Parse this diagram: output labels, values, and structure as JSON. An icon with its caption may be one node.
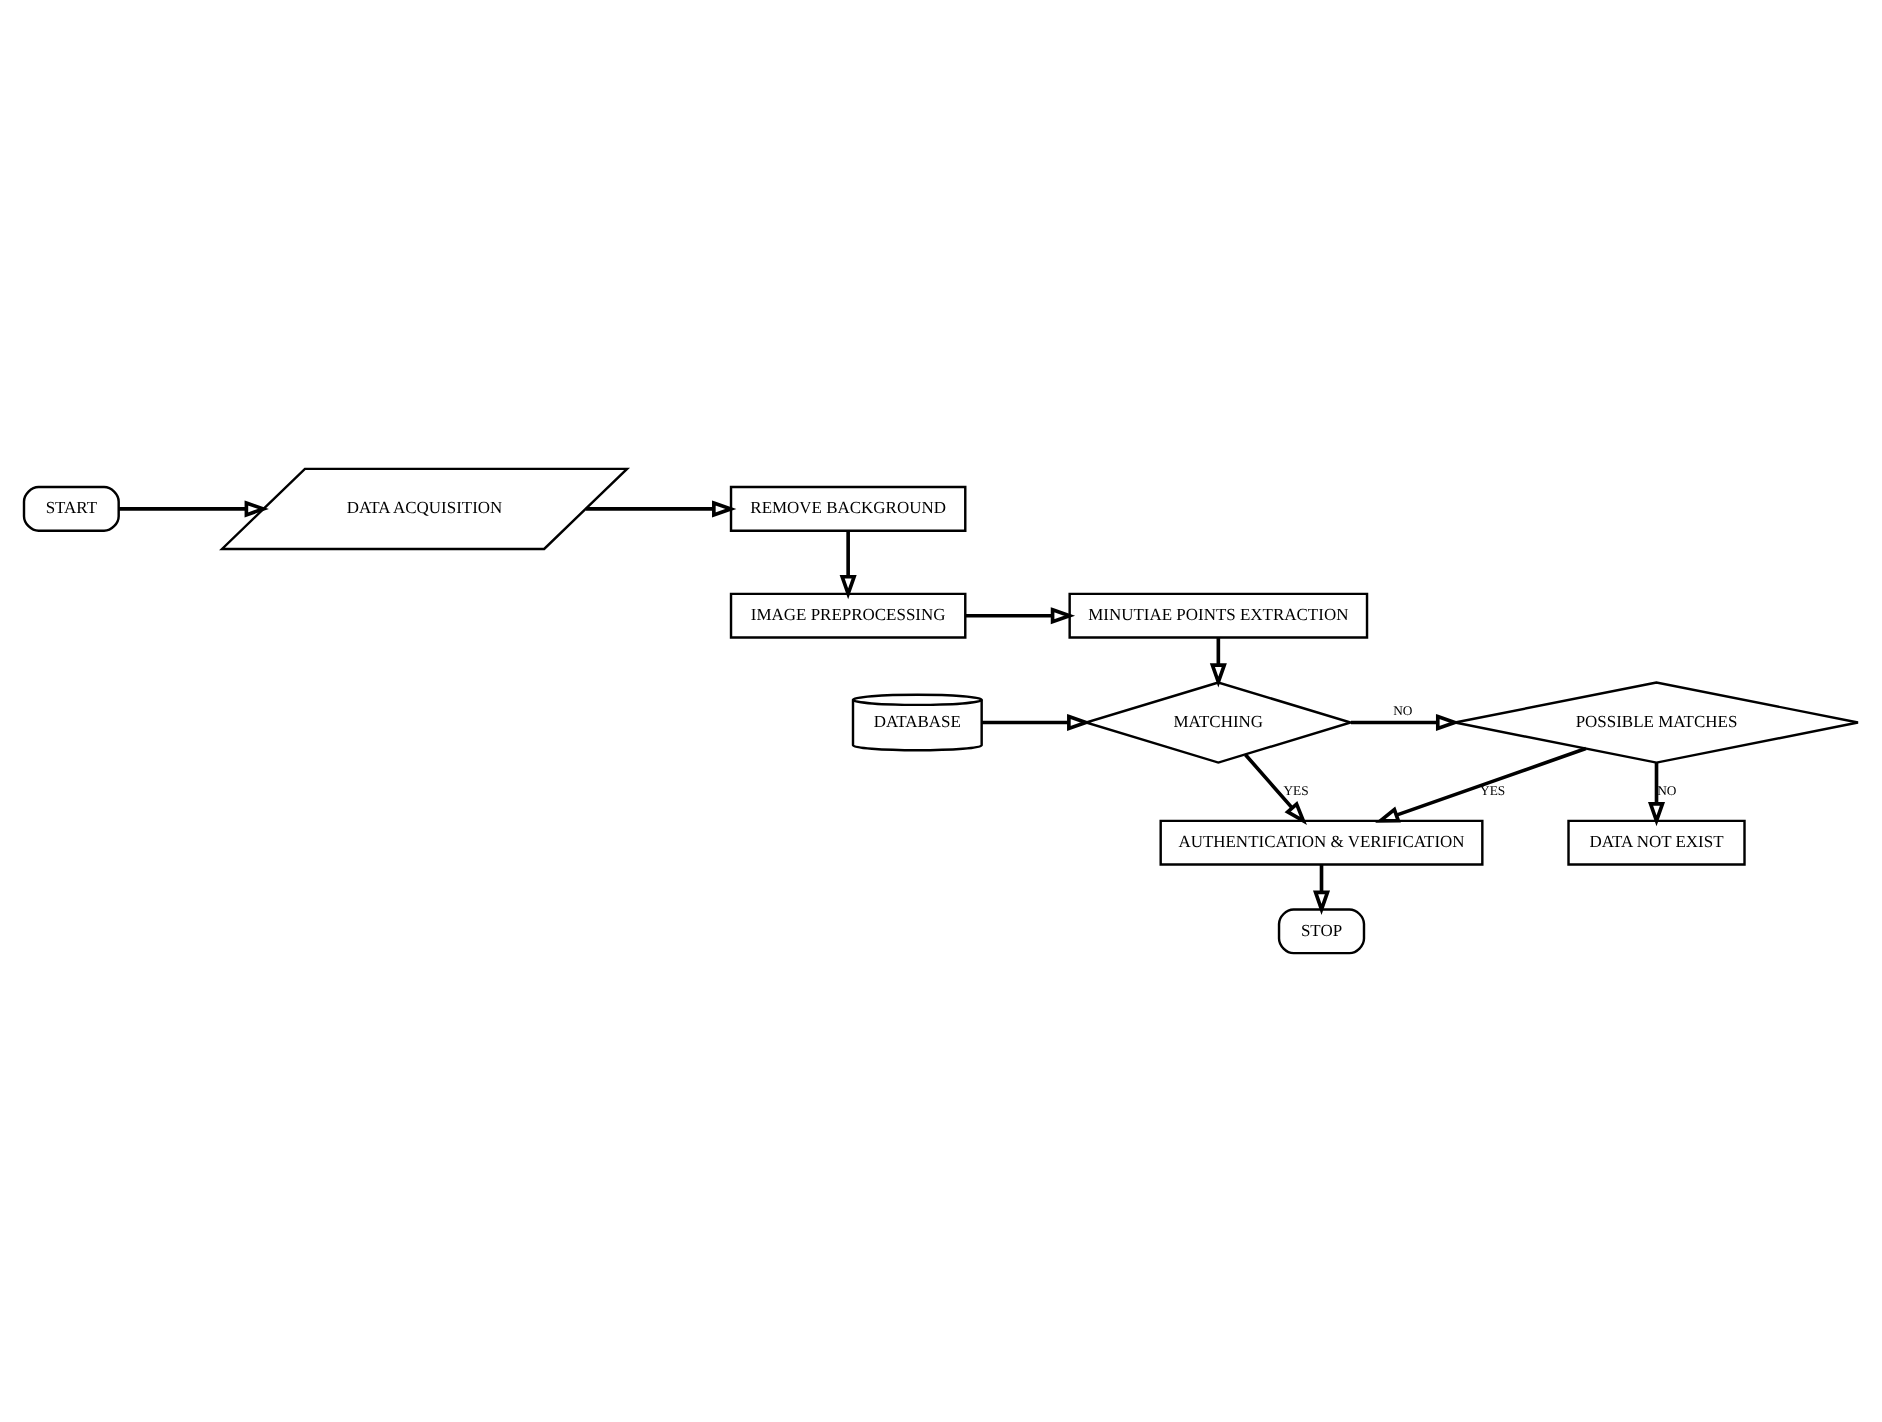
{
  "diagram": {
    "nodes": [
      {
        "text": [
          "START"
        ]
      },
      {
        "text": [
          "DATA ACQUISITION"
        ]
      },
      {
        "text": [
          "REMOVE BACKGROUND"
        ]
      },
      {
        "text": [
          "IMAGE PREPROCESSING"
        ]
      },
      {
        "text": [
          "MINUTIAE POINTS EXTRACTION"
        ]
      },
      {
        "text": [
          "DATABASE"
        ]
      },
      {
        "text": [
          "MATCHING"
        ]
      },
      {
        "text": [
          "POSSIBLE MATCHES"
        ]
      },
      {
        "text": [
          "AUTHENTICATION & VERIFICATION"
        ]
      },
      {
        "text": [
          "DATA NOT EXIST"
        ]
      },
      {
        "text": [
          "STOP"
        ]
      }
    ],
    "edges": [
      {
        "from": 0,
        "to": 1,
        "arrow": "to"
      },
      {
        "from": 1,
        "to": 2,
        "arrow": "to"
      },
      {
        "from": 2,
        "to": 3,
        "arrow": "to"
      },
      {
        "from": 3,
        "to": 4,
        "arrow": "to"
      },
      {
        "from": 4,
        "to": 6,
        "arrow": "to"
      },
      {
        "from": 5,
        "to": 6,
        "arrow": "to"
      },
      {
        "from": 6,
        "to": 7,
        "arrow": "to",
        "label": "NO"
      },
      {
        "from": 6,
        "to": 8,
        "arrow": "to",
        "label": "YES"
      },
      {
        "from": 7,
        "to": 8,
        "arrow": "to",
        "label": "YES"
      },
      {
        "from": 7,
        "to": 9,
        "arrow": "to",
        "label": "NO"
      },
      {
        "from": 8,
        "to": 10,
        "arrow": "to"
      }
    ]
  }
}
